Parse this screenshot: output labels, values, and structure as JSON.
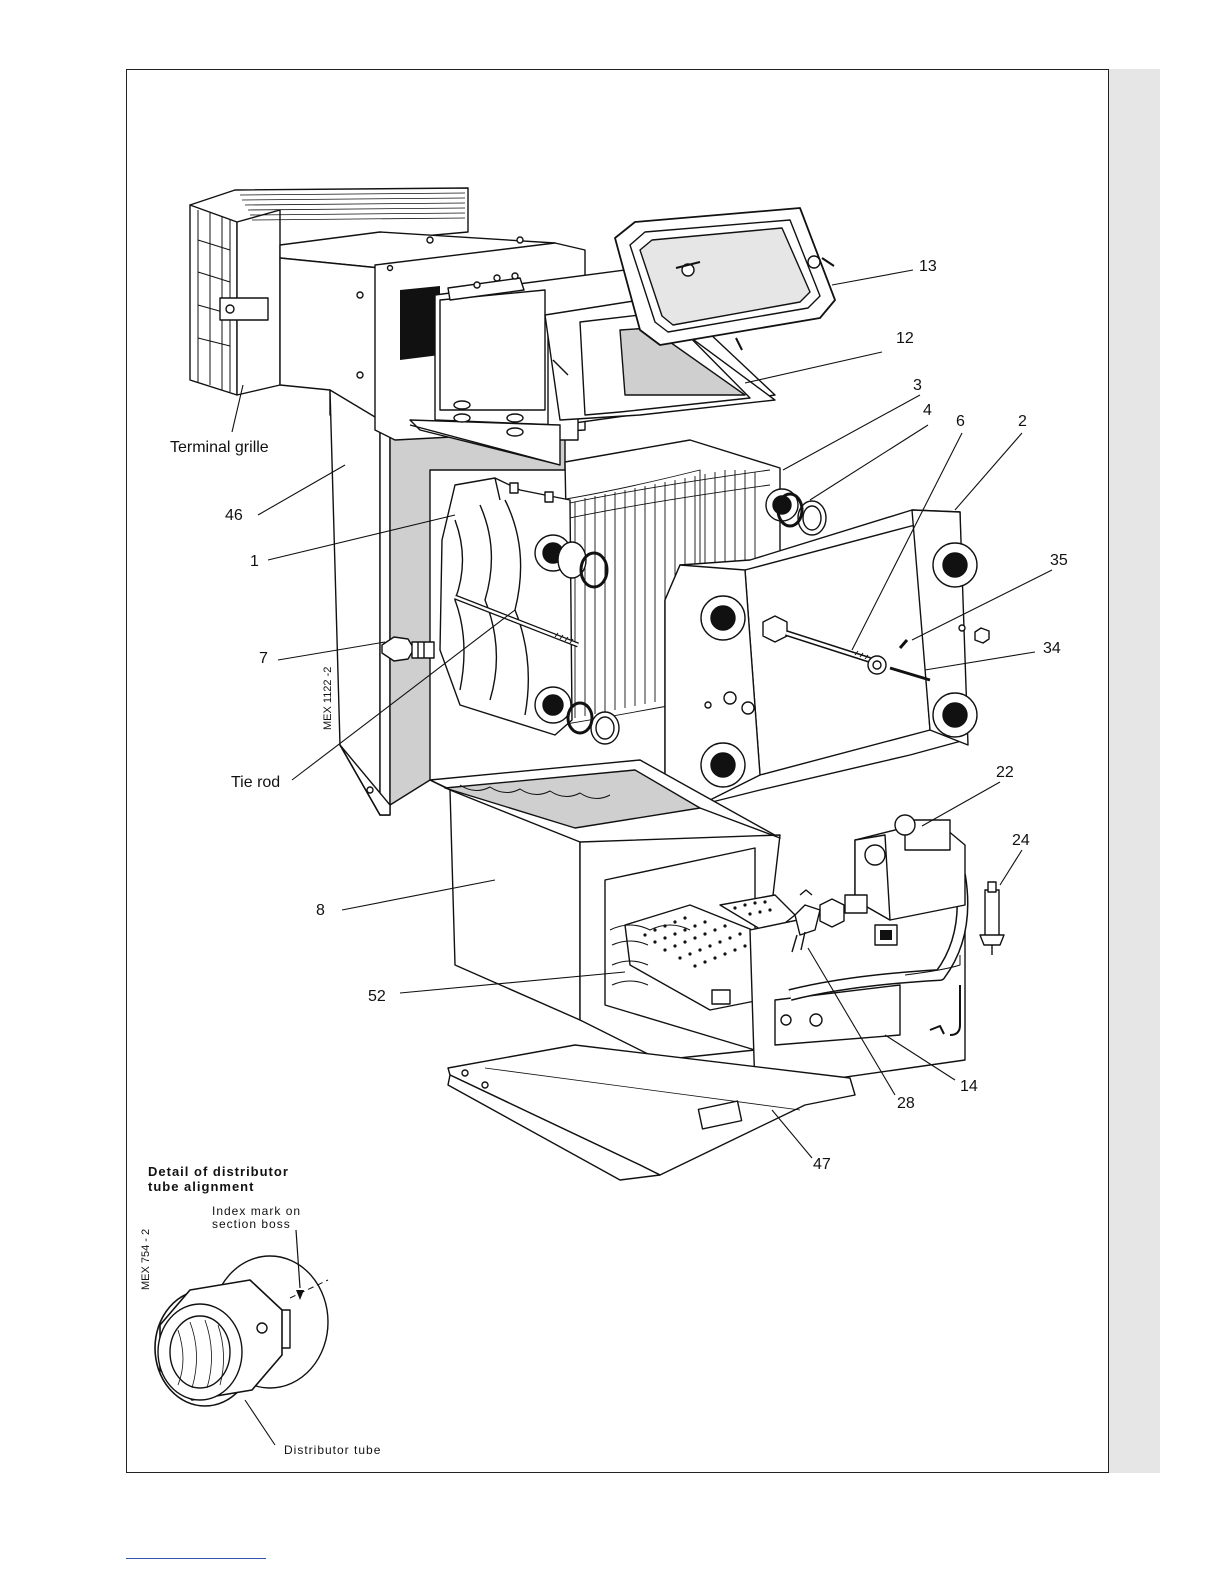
{
  "labels": {
    "l13": "13",
    "l12": "12",
    "l3": "3",
    "l4": "4",
    "l6": "6",
    "l2": "2",
    "l35": "35",
    "l34": "34",
    "l22": "22",
    "l24": "24",
    "l14": "14",
    "l28": "28",
    "l47": "47",
    "l52": "52",
    "l8": "8",
    "l7": "7",
    "l1": "1",
    "l46": "46",
    "terminal_grille": "Terminal grille",
    "tie_rod": "Tie rod"
  },
  "codes": {
    "main": "MEX 1122 -2",
    "detail": "MEX 754 - 2"
  },
  "detail": {
    "title_line1": "Detail of distributor",
    "title_line2": "tube alignment",
    "index_line1": "Index mark on",
    "index_line2": "section boss",
    "distributor": "Distributor tube"
  },
  "colors": {
    "grey_fill": "#cfcfcf",
    "sidebar": "#e6e6e6",
    "line": "#111111"
  }
}
